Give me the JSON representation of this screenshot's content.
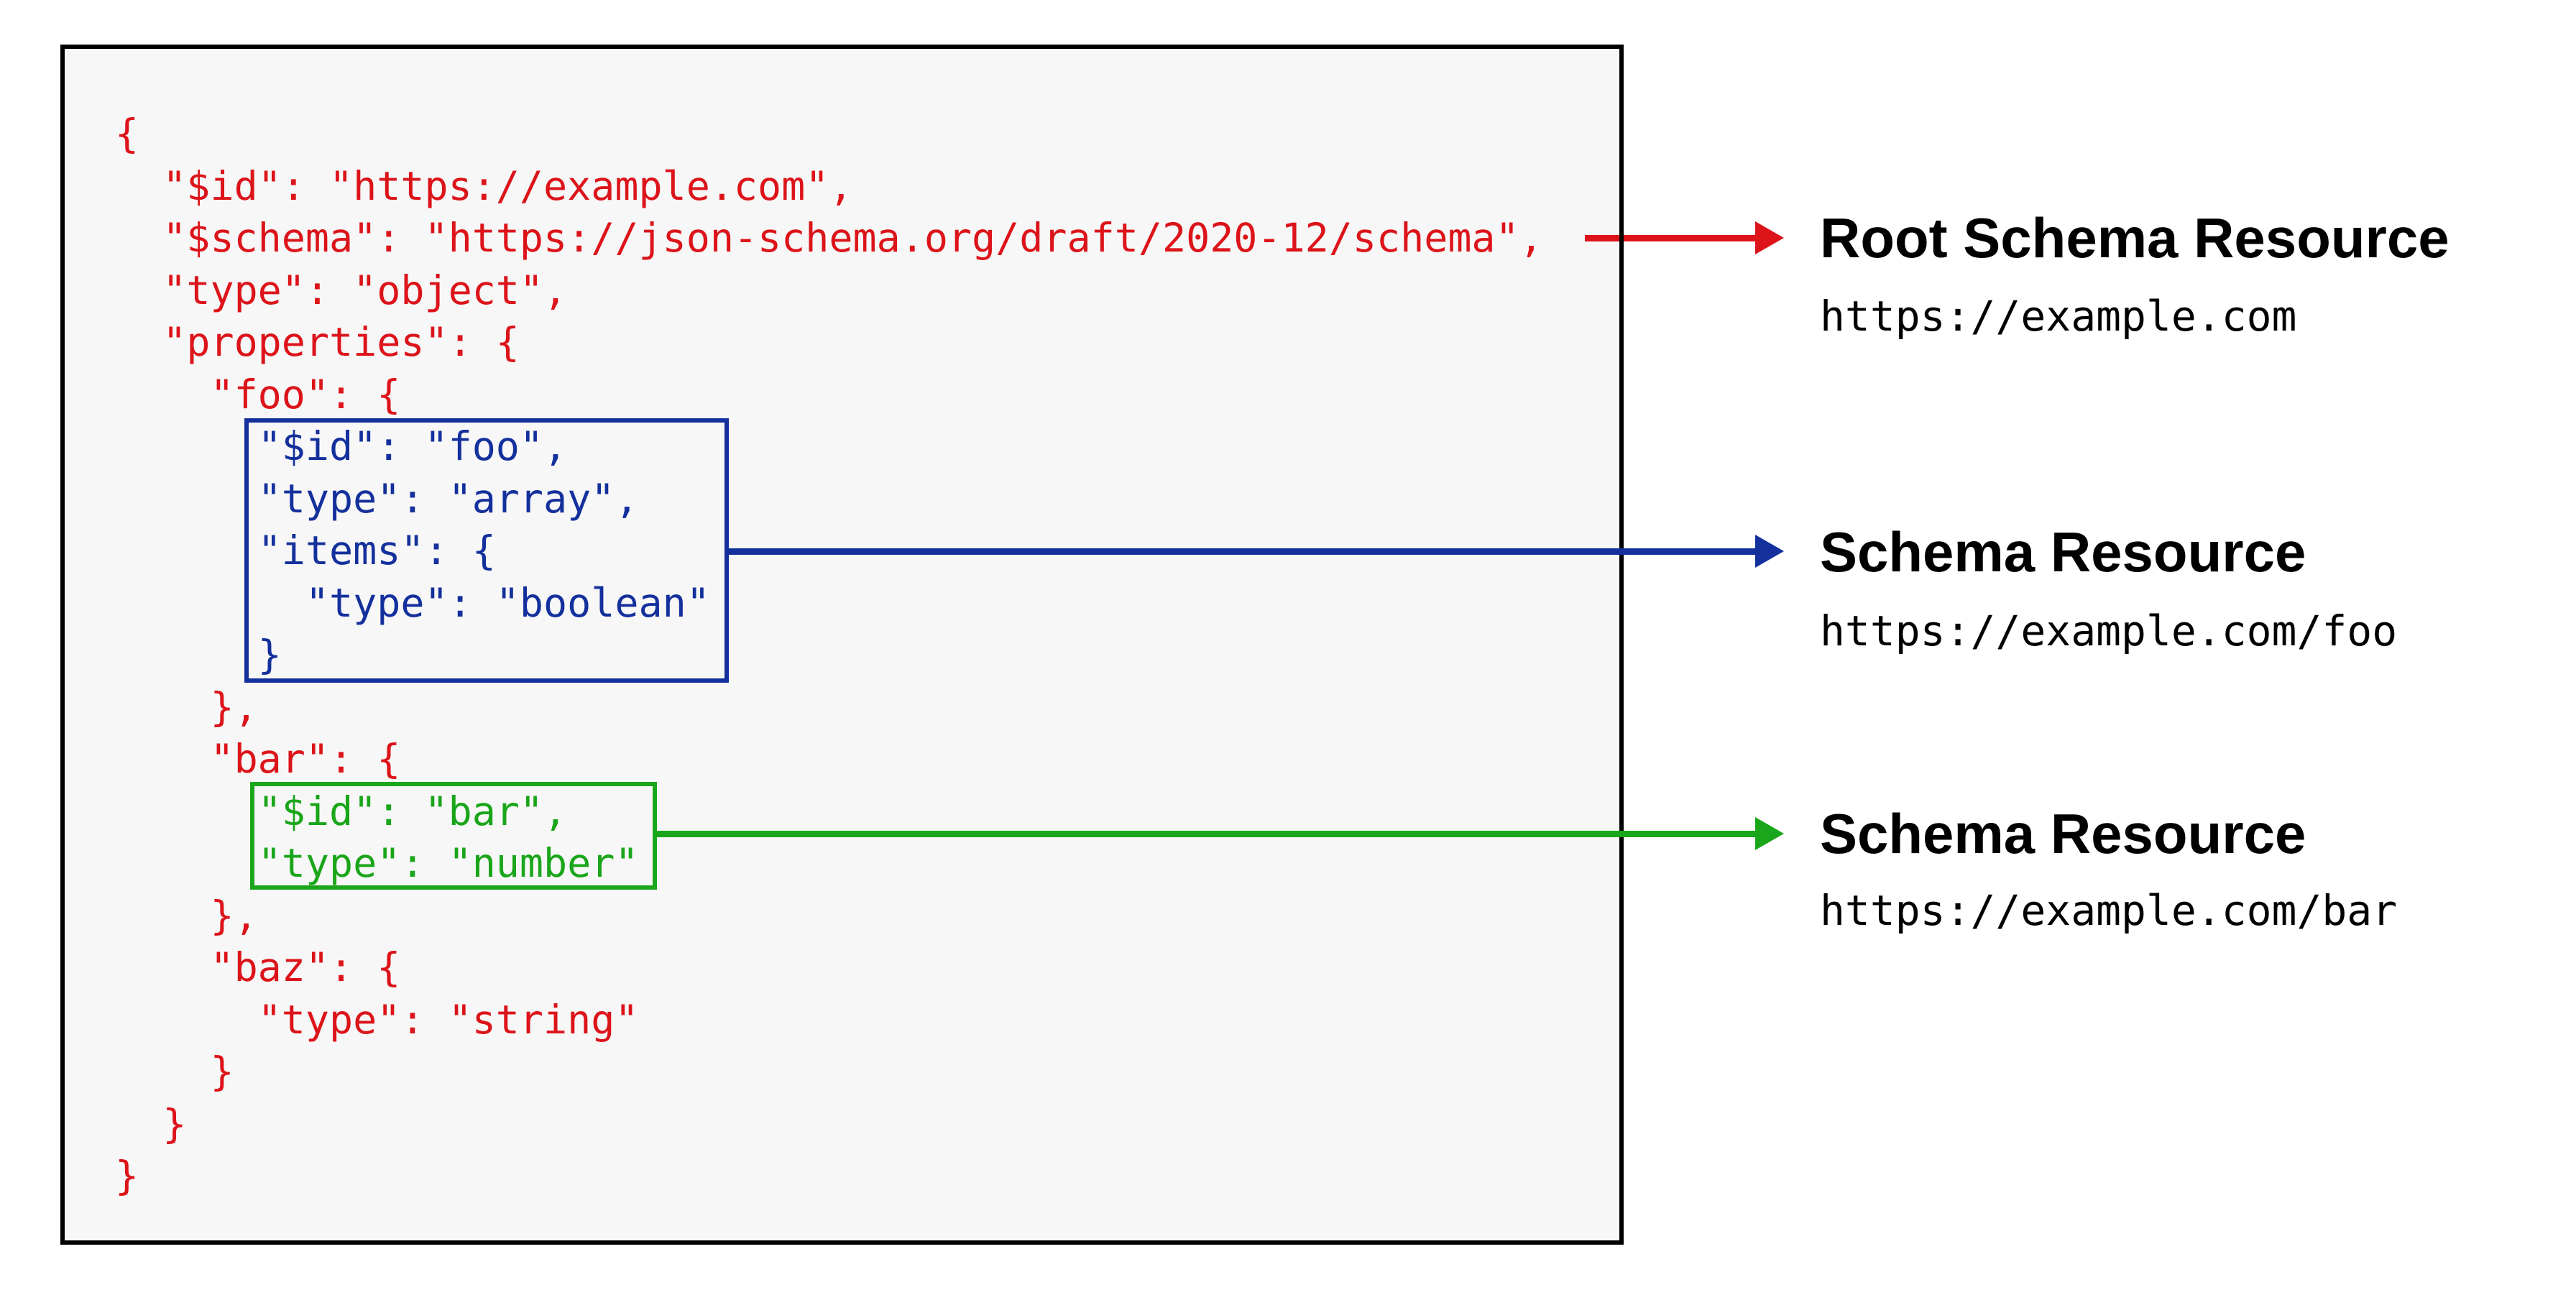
{
  "palette": {
    "red": "#dc141a",
    "blue": "#14309c",
    "green": "#1aa61a",
    "ink": "#000000",
    "panel_bg": "#f7f7f7"
  },
  "code": {
    "lines": [
      {
        "text": "{",
        "color": "red"
      },
      {
        "text": "  \"$id\": \"https://example.com\",",
        "color": "red"
      },
      {
        "text": "  \"$schema\": \"https://json-schema.org/draft/2020-12/schema\",",
        "color": "red"
      },
      {
        "text": "  \"type\": \"object\",",
        "color": "red"
      },
      {
        "text": "  \"properties\": {",
        "color": "red"
      },
      {
        "text": "    \"foo\": {",
        "color": "red"
      },
      {
        "text": "      \"$id\": \"foo\",",
        "color": "blue"
      },
      {
        "text": "      \"type\": \"array\",",
        "color": "blue"
      },
      {
        "text": "      \"items\": {",
        "color": "blue"
      },
      {
        "text": "        \"type\": \"boolean\"",
        "color": "blue"
      },
      {
        "text": "      }",
        "color": "blue"
      },
      {
        "text": "    },",
        "color": "red"
      },
      {
        "text": "    \"bar\": {",
        "color": "red"
      },
      {
        "text": "      \"$id\": \"bar\",",
        "color": "green"
      },
      {
        "text": "      \"type\": \"number\"",
        "color": "green"
      },
      {
        "text": "    },",
        "color": "red"
      },
      {
        "text": "    \"baz\": {",
        "color": "red"
      },
      {
        "text": "      \"type\": \"string\"",
        "color": "red"
      },
      {
        "text": "    }",
        "color": "red"
      },
      {
        "text": "  }",
        "color": "red"
      },
      {
        "text": "}",
        "color": "red"
      }
    ]
  },
  "annotations": [
    {
      "title": "Root Schema Resource",
      "url": "https://example.com",
      "color": "red"
    },
    {
      "title": "Schema Resource",
      "url": "https://example.com/foo",
      "color": "blue"
    },
    {
      "title": "Schema Resource",
      "url": "https://example.com/bar",
      "color": "green"
    }
  ]
}
